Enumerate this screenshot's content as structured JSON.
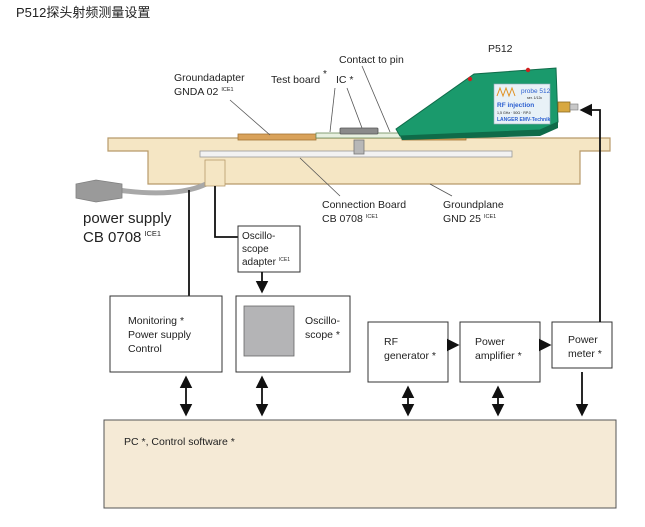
{
  "title": "P512探头射频测量设置",
  "labels": {
    "contact_to_pin": "Contact to pin",
    "p512": "P512",
    "groundadapter_1": "Groundadapter",
    "groundadapter_2": "GNDA 02",
    "groundadapter_sup": "ICE1",
    "test_board": "Test board",
    "test_board_star": "*",
    "ic": "IC *",
    "connection_board_1": "Connection Board",
    "connection_board_2": "CB 0708",
    "connection_board_sup": "ICE1",
    "groundplane_1": "Groundplane",
    "groundplane_2": "GND 25",
    "groundplane_sup": "ICE1",
    "power_supply_1": "power supply",
    "power_supply_2": "CB 0708",
    "power_supply_sup": "ICE1"
  },
  "probe": {
    "brand": "probe 512",
    "small": "ser. 1/12c",
    "rf": "RF injection",
    "spec": "1,5 GHz · 50Ω · RP.0",
    "maker": "LANGER EMV-Technik"
  },
  "boxes": {
    "osc_adapter_1": "Oscillo-",
    "osc_adapter_2": "scope",
    "osc_adapter_3": "adapter",
    "osc_adapter_sup": "ICE1",
    "monitoring_1": "Monitoring *",
    "monitoring_2": "Power supply",
    "monitoring_3": "Control",
    "oscilloscope_1": "Oscillo-",
    "oscilloscope_2": "scope *",
    "rf_gen_1": "RF",
    "rf_gen_2": "generator *",
    "power_amp_1": "Power",
    "power_amp_2": "amplifier *",
    "power_meter_1": "Power",
    "power_meter_2": "meter *",
    "pc": "PC *, Control software *"
  },
  "colors": {
    "bench_fill": "#f5e6c4",
    "bench_stroke": "#b89a6a",
    "board_fill": "#e8f0e0",
    "probe_green": "#1a9a6c",
    "probe_dark": "#0f6b49",
    "pc_fill": "#f5ead6",
    "osc_screen": "#b4b4b6",
    "label_blue": "#2b5fd0"
  }
}
